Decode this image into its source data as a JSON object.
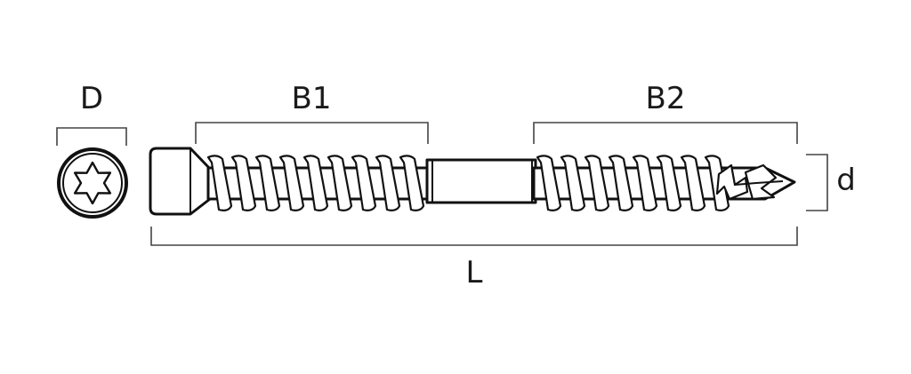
{
  "labels": {
    "D": "D",
    "B1": "B1",
    "B2": "B2",
    "d": "d",
    "L": "L"
  },
  "icons": {
    "head_drive": "torx-drive-icon",
    "screw": "screw-icon"
  },
  "colors": {
    "line": "#111111",
    "dimension": "#444444",
    "background": "#ffffff"
  }
}
